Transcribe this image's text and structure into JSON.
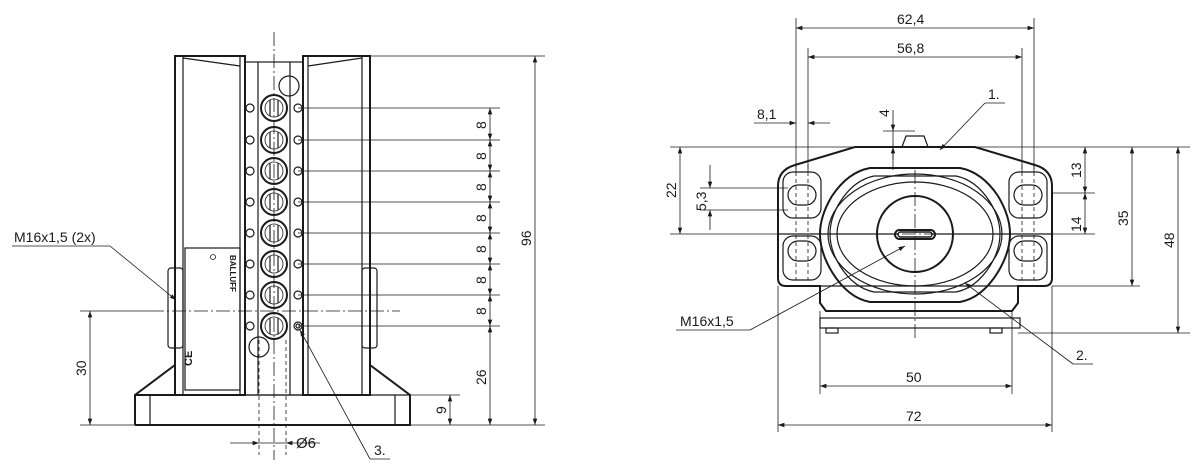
{
  "drawing": {
    "side_view": {
      "dim_pitch": "8",
      "dim_26": "26",
      "dim_96": "96",
      "dim_30": "30",
      "dim_9": "9",
      "dim_diameter": "Ø6",
      "callout_thread": "M16x1,5 (2x)",
      "callout_3": "3.",
      "brand_text": "BALLUFF",
      "mark_ce": "CE"
    },
    "front_view": {
      "dim_62_4": "62,4",
      "dim_56_8": "56,8",
      "dim_8_1": "8,1",
      "dim_4": "4",
      "dim_22": "22",
      "dim_5_3": "5,3",
      "dim_13": "13",
      "dim_14": "14",
      "dim_35": "35",
      "dim_48": "48",
      "dim_50": "50",
      "dim_72": "72",
      "callout_thread": "M16x1,5",
      "callout_1": "1.",
      "callout_2": "2."
    }
  }
}
